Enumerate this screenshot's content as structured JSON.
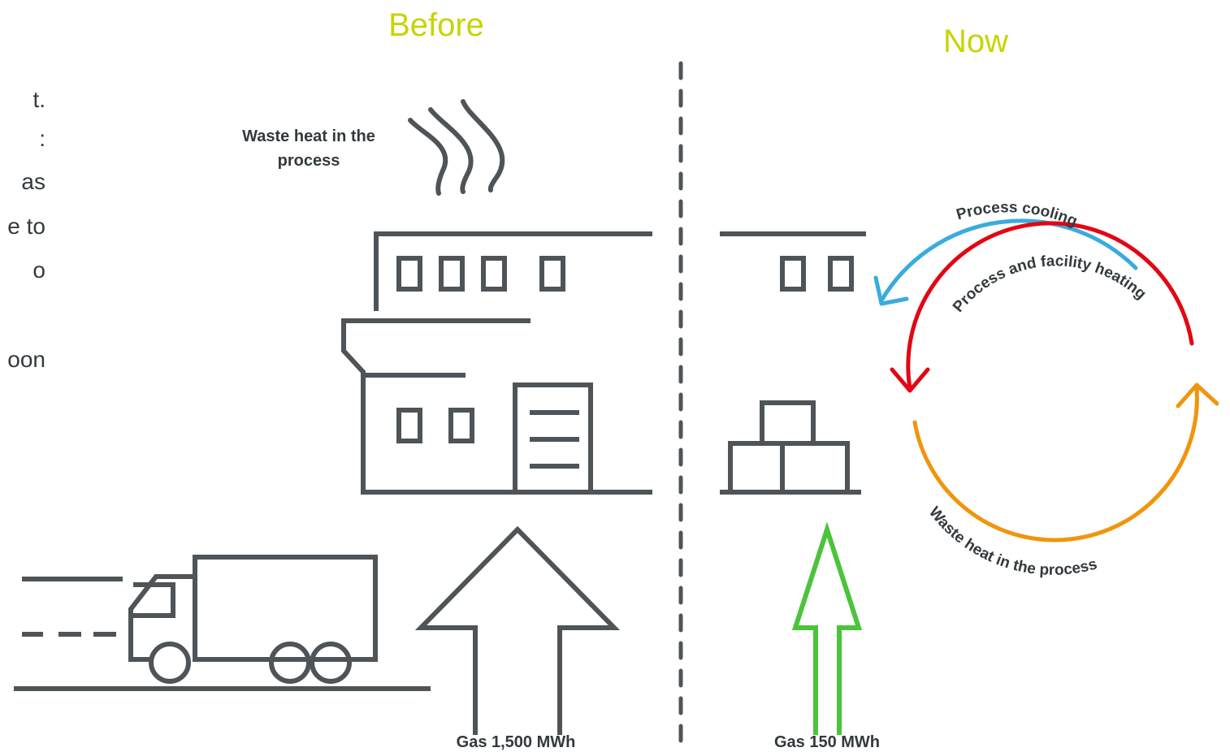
{
  "headings": {
    "before": "Before",
    "now": "Now"
  },
  "labels": {
    "waste_heat_line1": "Waste heat in the",
    "waste_heat_line2": "process",
    "gas_before": "Gas 1,500 MWh",
    "gas_now": "Gas 150 MWh"
  },
  "cycle": {
    "process_cooling": "Process cooling",
    "process_facility_heating": "Process and facility heating",
    "waste_heat": "Waste heat in the process"
  },
  "clipped_text": [
    "t.",
    ":",
    "as",
    "e to",
    "o",
    "",
    "oon"
  ],
  "colors": {
    "heading": "#c8d400",
    "icon_gray": "#4e5457",
    "cooling_blue": "#3aabdf",
    "heating_red": "#e30613",
    "waste_orange": "#f0950d",
    "gas_now_green": "#4bc43b"
  }
}
